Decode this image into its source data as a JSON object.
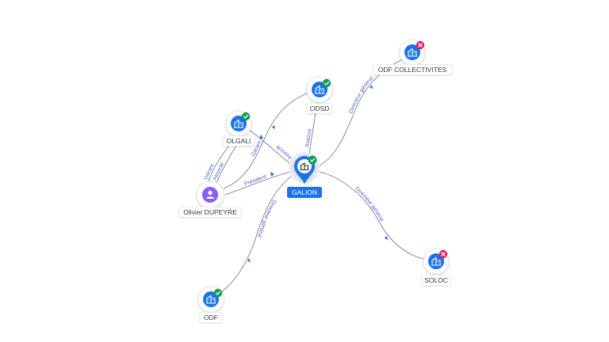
{
  "nodes": {
    "galion": {
      "label": "GALION",
      "status": "ok",
      "kind": "company-center"
    },
    "odf_collectivites": {
      "label": "ODF COLLECTIVITES",
      "status": "ko",
      "kind": "company"
    },
    "odsd": {
      "label": "ODSD",
      "status": "ok",
      "kind": "company"
    },
    "olgali": {
      "label": "OLGALI",
      "status": "ok",
      "kind": "company"
    },
    "olivier": {
      "label": "Olivier DUPEYRE",
      "kind": "person"
    },
    "soloc": {
      "label": "SOLOC",
      "status": "ko",
      "kind": "company"
    },
    "odf": {
      "label": "ODF",
      "status": "ok",
      "kind": "company"
    }
  },
  "edges": {
    "galion_odf_collectivites": "Directeur général",
    "galion_odsd": "Associé",
    "galion_soloc": "Directeur général",
    "galion_odf": "Directeur général",
    "olivier_galion": "Président",
    "galion_olgali": "Associé",
    "olivier_odsd": "Gérant",
    "olivier_olgali_gerant": "Gérant",
    "olivier_olgali_associe": "Associé"
  },
  "colors": {
    "company": "#1a73e8",
    "person": "#8b5cf6",
    "status_ok": "#0f9d58",
    "status_ko": "#e0245e",
    "edge_label": "#5560c7"
  },
  "icons": {
    "company": "building-icon",
    "person": "user-icon",
    "ok": "check-icon",
    "ko": "close-icon"
  }
}
